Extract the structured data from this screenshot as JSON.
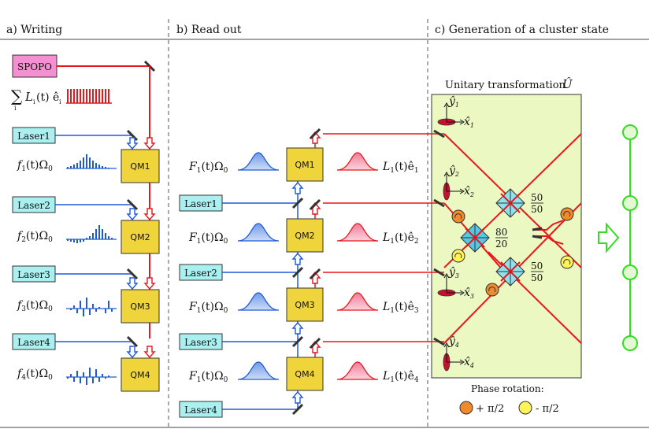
{
  "sections": {
    "a": "a) Writing",
    "b": "b) Read out",
    "c": "c) Generation of a cluster state"
  },
  "writing": {
    "source": "SPOPO",
    "sum_label": "∑ L_i(t) ê_i",
    "sum_main": "∑",
    "sum_index": "i",
    "sum_rest": "L",
    "sum_sub": "i",
    "sum_args": "(t) ê",
    "sum_sub2": "i",
    "lasers": [
      "Laser1",
      "Laser2",
      "Laser3",
      "Laser4"
    ],
    "memories": [
      "QM1",
      "QM2",
      "QM3",
      "QM4"
    ],
    "controls": [
      {
        "f": "f",
        "sub": "1",
        "rest": "(t)Ω",
        "sub2": "0"
      },
      {
        "f": "f",
        "sub": "2",
        "rest": "(t)Ω",
        "sub2": "0"
      },
      {
        "f": "f",
        "sub": "3",
        "rest": "(t)Ω",
        "sub2": "0"
      },
      {
        "f": "f",
        "sub": "4",
        "rest": "(t)Ω",
        "sub2": "0"
      }
    ]
  },
  "readout": {
    "lasers": [
      "Laser1",
      "Laser2",
      "Laser3",
      "Laser4"
    ],
    "memories": [
      "QM1",
      "QM2",
      "QM3",
      "QM4"
    ],
    "controls": [
      {
        "f": "F",
        "sub": "1",
        "rest": "(t)Ω",
        "sub2": "0"
      },
      {
        "f": "F",
        "sub": "1",
        "rest": "(t)Ω",
        "sub2": "0"
      },
      {
        "f": "F",
        "sub": "1",
        "rest": "(t)Ω",
        "sub2": "0"
      },
      {
        "f": "F",
        "sub": "1",
        "rest": "(t)Ω",
        "sub2": "0"
      }
    ],
    "outputs": [
      {
        "f": "L",
        "sub": "1",
        "rest": "(t)ê",
        "sub2": "1"
      },
      {
        "f": "L",
        "sub": "1",
        "rest": "(t)ê",
        "sub2": "2"
      },
      {
        "f": "L",
        "sub": "1",
        "rest": "(t)ê",
        "sub2": "3"
      },
      {
        "f": "L",
        "sub": "1",
        "rest": "(t)ê",
        "sub2": "4"
      }
    ]
  },
  "cluster": {
    "unitary_label": "Unitary transformation",
    "unitary_symbol": "Û",
    "modes": [
      {
        "y": "ŷ",
        "x": "x̂",
        "sub": "1"
      },
      {
        "y": "ŷ",
        "x": "x̂",
        "sub": "2"
      },
      {
        "y": "ŷ",
        "x": "x̂",
        "sub": "3"
      },
      {
        "y": "ŷ",
        "x": "x̂",
        "sub": "4"
      }
    ],
    "splitters": [
      {
        "top": "50",
        "bottom": "50"
      },
      {
        "top": "80",
        "bottom": "20"
      },
      {
        "top": "50",
        "bottom": "50"
      }
    ],
    "phase_title": "Phase rotation:",
    "phase_plus": "+ π/2",
    "phase_minus": "- π/2"
  },
  "colors": {
    "laser_box": "#aaf0f0",
    "spopo_box": "#f48fd2",
    "qm_box": "#f0d43c",
    "red_beam": "#e8171c",
    "blue_beam": "#1f5ad6",
    "panel": "#ecf8c2",
    "splitter": "#8ee2ee",
    "cluster_green": "#33dd22",
    "phase_plus": "#f08a2a",
    "phase_minus": "#fff35a"
  }
}
